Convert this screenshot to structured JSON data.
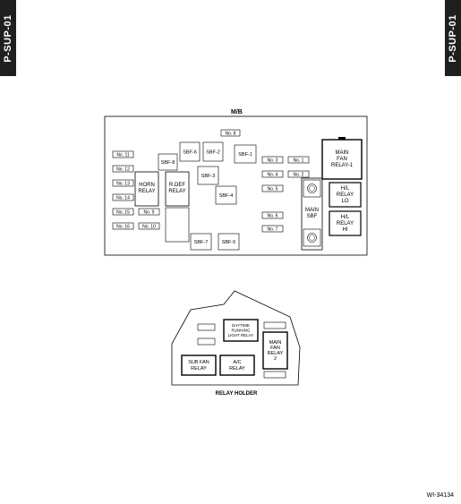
{
  "side_tabs": {
    "left": "P-SUP-01",
    "right": "P-SUP-01"
  },
  "mb": {
    "title": "M/B",
    "fuses": {
      "no1": "No. 1",
      "no2": "No. 2",
      "no3": "No. 3",
      "no4": "No. 4",
      "no5": "No. 5",
      "no6": "No. 6",
      "no7": "No. 7",
      "no8": "No. 8",
      "no9": "No. 9",
      "no10": "No. 10",
      "no11": "No. 11",
      "no12": "No. 12",
      "no13": "No. 13",
      "no14": "No. 14",
      "no15": "No. 15",
      "no16": "No. 16"
    },
    "sbf": {
      "sbf1": "SBF-1",
      "sbf2": "SBF-2",
      "sbf3": "SBF-3",
      "sbf4": "SBF-4",
      "sbf5": "SBF-5",
      "sbf6": "SBF-6",
      "sbf7": "SBF-7",
      "sbf8": "SBF-8"
    },
    "horn_relay": [
      "HORN",
      "RELAY"
    ],
    "rdef_relay": [
      "R.DEF",
      "RELAY"
    ],
    "main_sbf": [
      "MAIN",
      "SBF"
    ],
    "main_fan_relay_1": [
      "MAIN",
      "FAN",
      "RELAY-1"
    ],
    "hl_relay_lo": [
      "H/L",
      "RELAY",
      "LO"
    ],
    "hl_relay_hi": [
      "H/L",
      "RELAY",
      "HI"
    ]
  },
  "relay_holder": {
    "title": "RELAY HOLDER",
    "daytime_running": [
      "DAYTIME",
      "RUNNING",
      "LIGHT RELAY"
    ],
    "main_fan_relay_2": [
      "MAIN",
      "FAN",
      "RELAY",
      "2"
    ],
    "sub_fan_relay": [
      "SUB FAN",
      "RELAY"
    ],
    "ac_relay": [
      "A/C",
      "RELAY"
    ]
  },
  "figure_code": "WI-34134"
}
